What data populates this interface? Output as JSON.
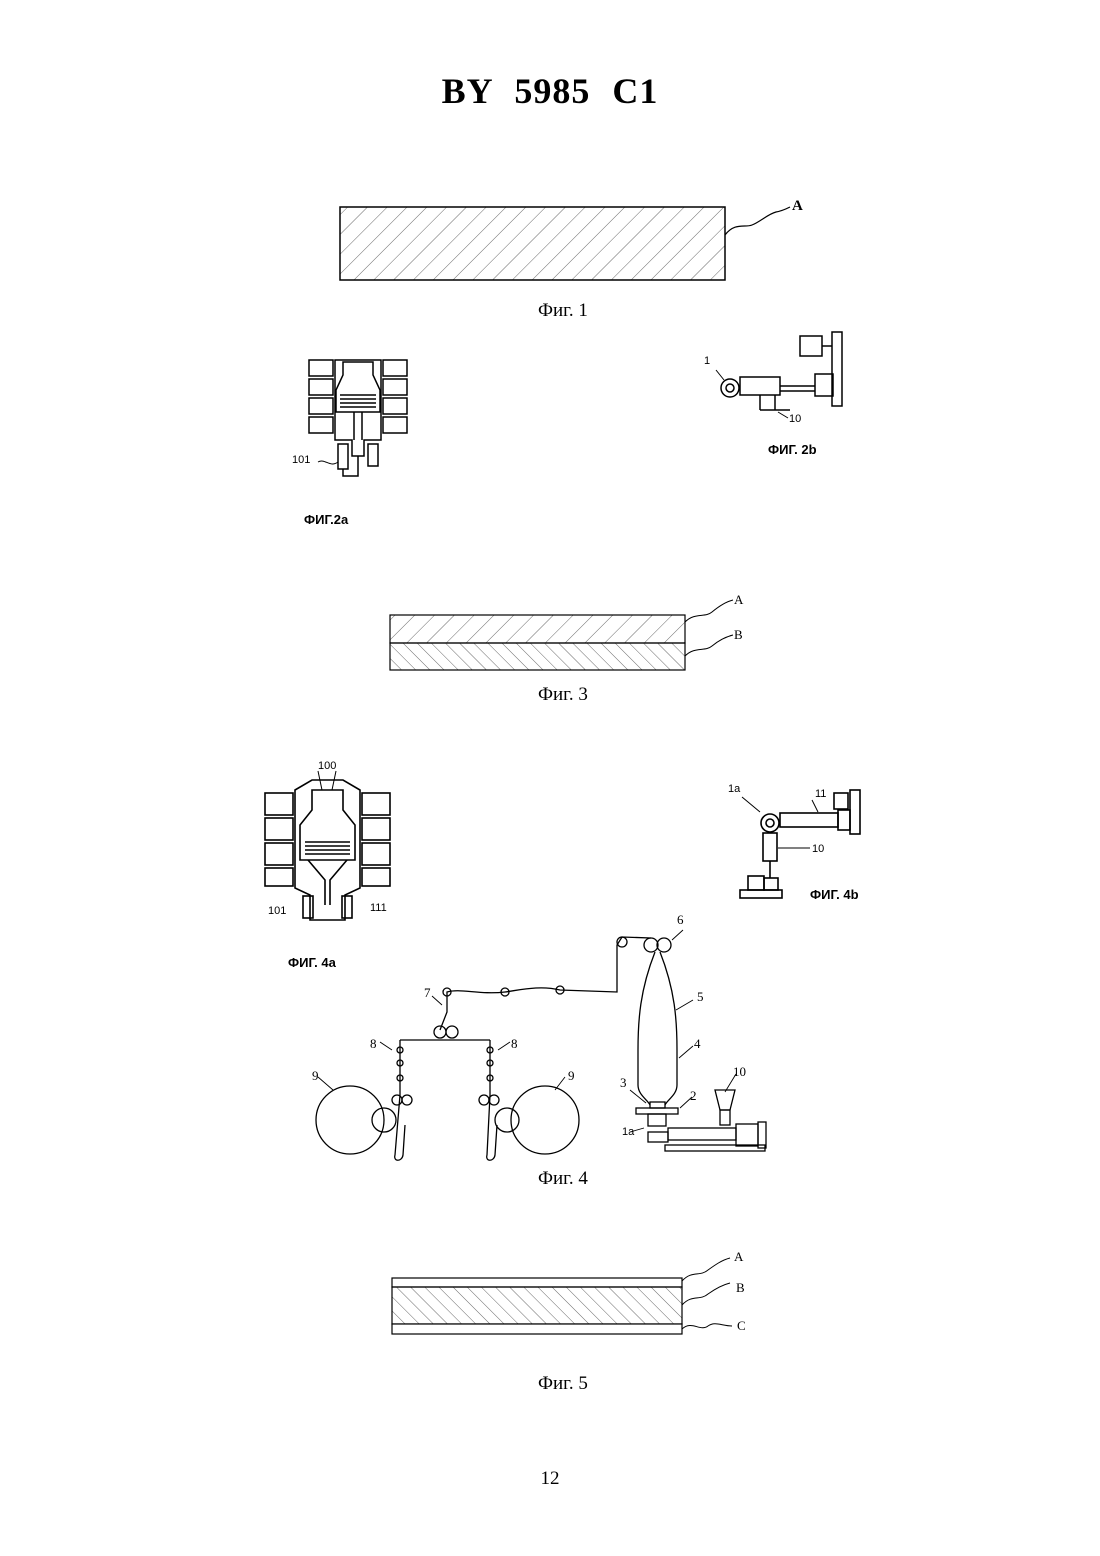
{
  "header": {
    "doc_number": "BY 5985 C1"
  },
  "fig1": {
    "caption": "Фиг. 1",
    "label_a": "A"
  },
  "fig2a": {
    "caption": "ФИГ.2a",
    "label_101": "101"
  },
  "fig2b": {
    "caption": "ФИГ. 2b",
    "label_1": "1",
    "label_10": "10"
  },
  "fig3": {
    "caption": "Фиг. 3",
    "label_a": "A",
    "label_b": "B"
  },
  "fig4a": {
    "caption": "ФИГ. 4a",
    "label_100": "100",
    "label_101": "101",
    "label_111": "111"
  },
  "fig4b": {
    "caption": "ФИГ. 4b",
    "label_1a": "1a",
    "label_11": "11",
    "label_10": "10"
  },
  "fig4": {
    "caption": "Фиг. 4",
    "labels": {
      "n1a": "1a",
      "n2": "2",
      "n3": "3",
      "n4": "4",
      "n5": "5",
      "n6": "6",
      "n7": "7",
      "n8l": "8",
      "n8r": "8",
      "n9l": "9",
      "n9r": "9",
      "n10": "10"
    }
  },
  "fig5": {
    "caption": "Фиг. 5",
    "label_a": "A",
    "label_b": "B",
    "label_c": "C"
  },
  "footer": {
    "page_number": "12"
  }
}
